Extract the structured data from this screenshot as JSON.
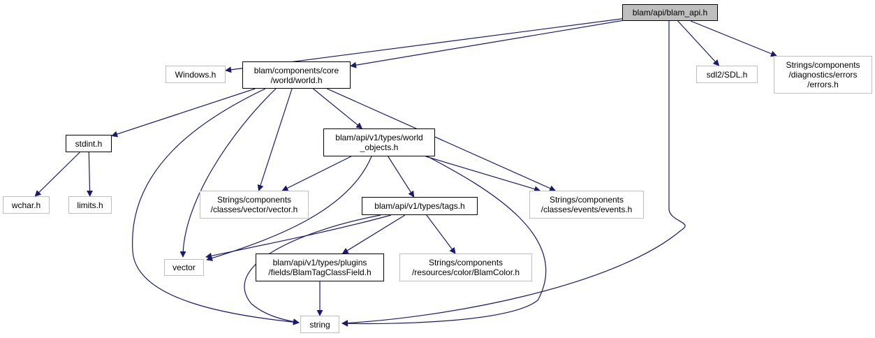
{
  "graph": {
    "nodes": [
      {
        "id": "blam_api",
        "label": "blam/api/blam_api.h",
        "style": "root"
      },
      {
        "id": "windows",
        "label": "Windows.h",
        "style": "external"
      },
      {
        "id": "world",
        "label": "blam/components/core\n/world/world.h",
        "style": "internal"
      },
      {
        "id": "sdl",
        "label": "sdl2/SDL.h",
        "style": "external"
      },
      {
        "id": "errors",
        "label": "Strings/components\n/diagnostics/errors\n/errors.h",
        "style": "external"
      },
      {
        "id": "stdint",
        "label": "stdint.h",
        "style": "internal"
      },
      {
        "id": "world_objects",
        "label": "blam/api/v1/types/world\n_objects.h",
        "style": "internal"
      },
      {
        "id": "wchar",
        "label": "wchar.h",
        "style": "external"
      },
      {
        "id": "limits",
        "label": "limits.h",
        "style": "external"
      },
      {
        "id": "vector_h",
        "label": "Strings/components\n/classes/vector/vector.h",
        "style": "external"
      },
      {
        "id": "events",
        "label": "Strings/components\n/classes/events/events.h",
        "style": "external"
      },
      {
        "id": "tags",
        "label": "blam/api/v1/types/tags.h",
        "style": "internal"
      },
      {
        "id": "vector",
        "label": "vector",
        "style": "external"
      },
      {
        "id": "tagclassfield",
        "label": "blam/api/v1/types/plugins\n/fields/BlamTagClassField.h",
        "style": "internal"
      },
      {
        "id": "blamcolor",
        "label": "Strings/components\n/resources/color/BlamColor.h",
        "style": "external"
      },
      {
        "id": "string",
        "label": "string",
        "style": "external"
      }
    ],
    "edges": [
      [
        "blam_api",
        "windows"
      ],
      [
        "blam_api",
        "world"
      ],
      [
        "blam_api",
        "sdl"
      ],
      [
        "blam_api",
        "errors"
      ],
      [
        "blam_api",
        "string"
      ],
      [
        "world",
        "stdint"
      ],
      [
        "world",
        "world_objects"
      ],
      [
        "world",
        "vector_h"
      ],
      [
        "world",
        "events"
      ],
      [
        "world",
        "vector"
      ],
      [
        "world",
        "string"
      ],
      [
        "stdint",
        "wchar"
      ],
      [
        "stdint",
        "limits"
      ],
      [
        "world_objects",
        "vector_h"
      ],
      [
        "world_objects",
        "events"
      ],
      [
        "world_objects",
        "tags"
      ],
      [
        "world_objects",
        "vector"
      ],
      [
        "world_objects",
        "string"
      ],
      [
        "tags",
        "vector"
      ],
      [
        "tags",
        "tagclassfield"
      ],
      [
        "tags",
        "blamcolor"
      ],
      [
        "tags",
        "string"
      ],
      [
        "tagclassfield",
        "string"
      ]
    ]
  },
  "colors": {
    "edge": "#191970",
    "root_fill": "#bfbfbf",
    "internal_border": "#000000",
    "external_border": "#bfbfbf"
  }
}
